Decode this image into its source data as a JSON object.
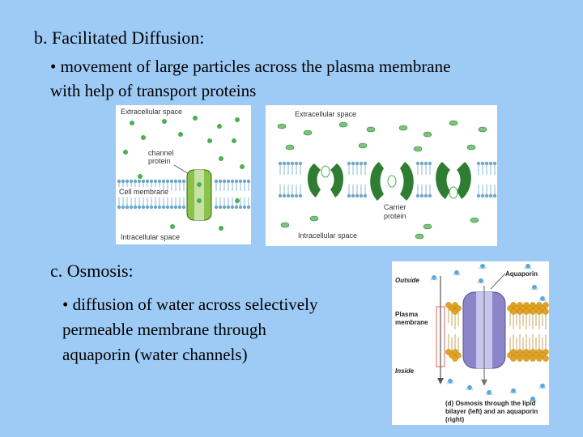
{
  "sections": {
    "facilitated": {
      "heading": "b. Facilitated Diffusion:",
      "bullet_line1": "• movement of large particles across the plasma membrane",
      "bullet_line2": "with help of transport proteins"
    },
    "osmosis": {
      "heading": "c. Osmosis:",
      "bullet_line1": "• diffusion of water across selectively",
      "bullet_line2": "permeable membrane through",
      "bullet_line3": "aquaporin (water channels)"
    }
  },
  "figures": {
    "channel": {
      "extracellular": "Extracellular space",
      "channel_line1": "channel",
      "channel_line2": "protein",
      "cell_membrane": "Cell membrane",
      "intracellular": "Intracellular space"
    },
    "carrier": {
      "extracellular": "Extracellular space",
      "carrier_line1": "Carrier",
      "carrier_line2": "protein",
      "intracellular": "Intracellular space"
    },
    "aquaporin": {
      "outside": "Outside",
      "aquaporin": "Aquaporin",
      "plasma_line1": "Plasma",
      "plasma_line2": "membrane",
      "inside": "Inside",
      "caption_line1": "(d) Osmosis through the lipid",
      "caption_line2": "bilayer (left) and an aquaporin",
      "caption_line3": "(right)"
    }
  },
  "colors": {
    "background": "#9ECBF6",
    "molecule_green": "#4CAF50",
    "protein_green": "#2E7D32",
    "membrane_blue": "#6FA8C8",
    "lipid_gold": "#E3A321",
    "aquaporin_purple": "#8C86C8"
  }
}
